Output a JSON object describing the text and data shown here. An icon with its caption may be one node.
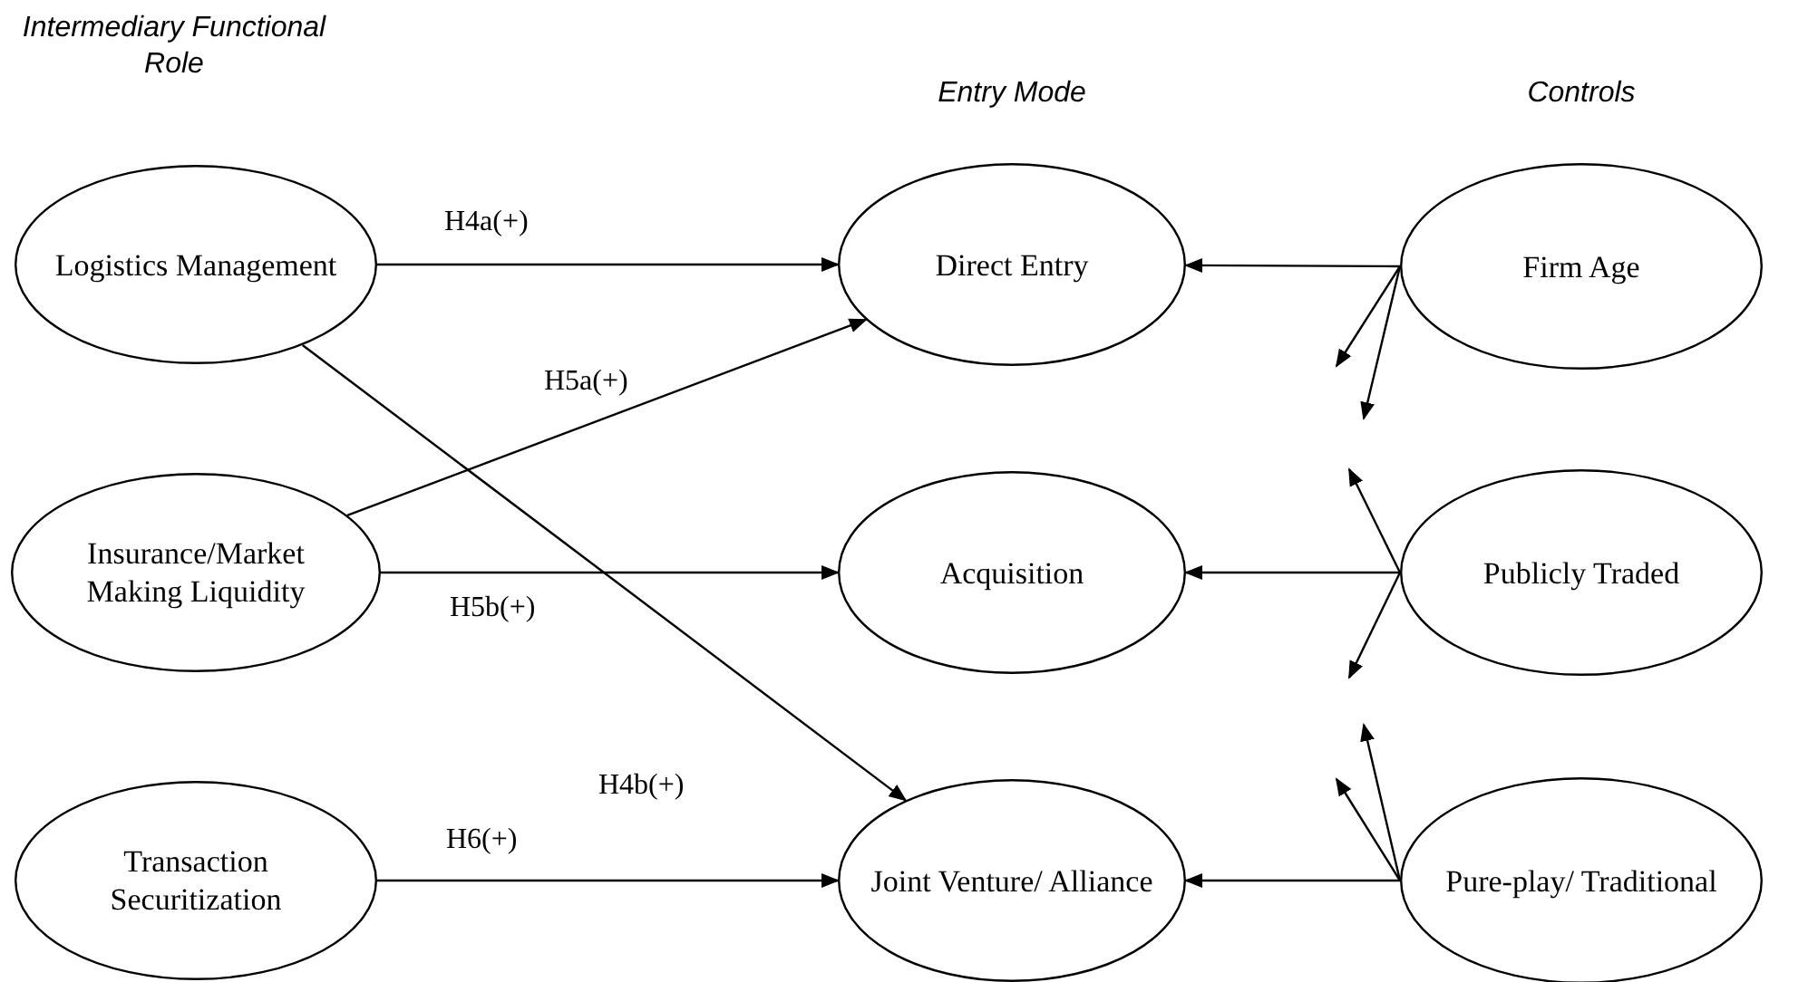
{
  "diagram": {
    "nodes": [
      {
        "text": [
          "Logistics Management"
        ]
      },
      {
        "text": [
          "Insurance/Market Making Liquidity"
        ]
      },
      {
        "text": [
          "Transaction Securitization"
        ]
      },
      {
        "text": [
          "Direct Entry"
        ]
      },
      {
        "text": [
          "Acquisition"
        ]
      },
      {
        "text": [
          "Joint Venture/ Alliance"
        ]
      },
      {
        "text": [
          "Firm Age"
        ]
      },
      {
        "text": [
          "Publicly Traded"
        ]
      },
      {
        "text": [
          "Pure-play/ Traditional"
        ]
      }
    ],
    "edges": [
      {
        "from": 0,
        "to": 3,
        "arrow": "to",
        "label": "H4a(+)"
      },
      {
        "from": 0,
        "to": 5,
        "arrow": "to",
        "label": "H4b(+)"
      },
      {
        "from": 1,
        "to": 3,
        "arrow": "to",
        "label": "H5a(+)"
      },
      {
        "from": 1,
        "to": 4,
        "arrow": "to",
        "label": "H5b(+)"
      },
      {
        "from": 2,
        "to": 5,
        "arrow": "to",
        "label": "H6(+)"
      },
      {
        "from": 6,
        "to": 3,
        "arrow": "to"
      },
      {
        "from": 6,
        "to": null,
        "arrow": "to"
      },
      {
        "from": 6,
        "to": null,
        "arrow": "to"
      },
      {
        "from": 7,
        "to": 4,
        "arrow": "to"
      },
      {
        "from": 7,
        "to": null,
        "arrow": "to"
      },
      {
        "from": 7,
        "to": null,
        "arrow": "to"
      },
      {
        "from": 8,
        "to": 5,
        "arrow": "to"
      },
      {
        "from": 8,
        "to": null,
        "arrow": "to"
      },
      {
        "from": 8,
        "to": null,
        "arrow": "to"
      }
    ],
    "labels": [
      "Intermediary Functional Role",
      "Entry Mode",
      "Controls"
    ]
  }
}
